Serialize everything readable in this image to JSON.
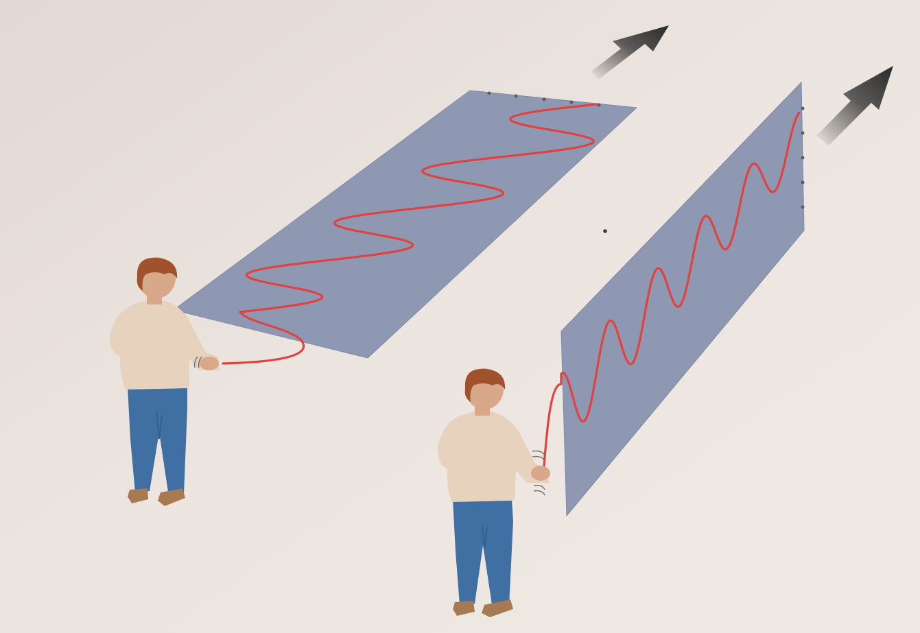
{
  "figure": {
    "colors": {
      "background": "#ece4df",
      "plane": "#8e98b2",
      "plane_edge": "#7f89a6",
      "rope": "#e0433f",
      "arrow": "#2b2b2b",
      "skin": "#d9a88a",
      "hair": "#a0522d",
      "shirt": "#e6d2bd",
      "jeans": "#3f6fa3",
      "shoes": "#a77a52"
    },
    "scene": {
      "horizontal_plane": {
        "wave": "horizontal",
        "cycles": 4
      },
      "vertical_plane": {
        "wave": "vertical",
        "cycles": 5
      }
    },
    "icons": [
      "direction-arrow-icon",
      "person-icon"
    ]
  }
}
